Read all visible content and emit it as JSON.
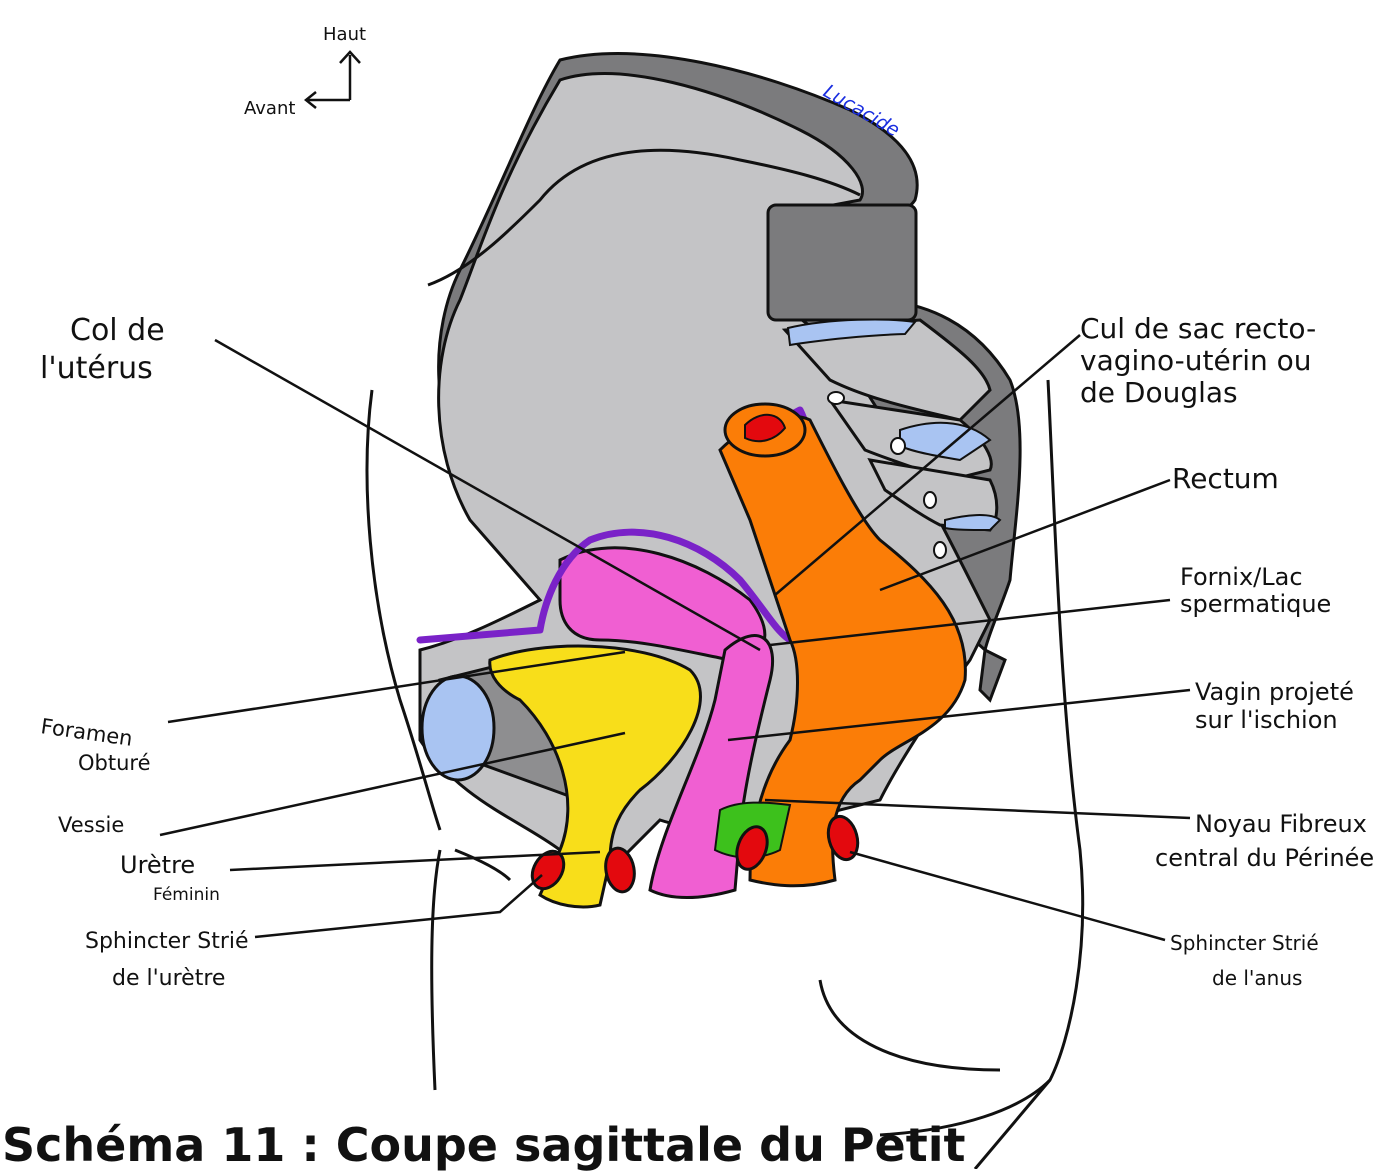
{
  "orientation": {
    "up": "Haut",
    "front": "Avant"
  },
  "signature": "Lucacide",
  "labels": {
    "col_uterus": [
      "Col de",
      "l'utérus"
    ],
    "cul_de_sac": [
      "Cul de sac recto-",
      "vagino-utérin ou",
      "de Douglas"
    ],
    "rectum": "Rectum",
    "fornix": [
      "Fornix/Lac",
      "spermatique"
    ],
    "vagin": [
      "Vagin projeté",
      "sur l'ischion"
    ],
    "noyau": [
      "Noyau Fibreux",
      "central du Périnée"
    ],
    "sphincter_anus": [
      "Sphincter Strié",
      "de l'anus"
    ],
    "foramen": [
      "Foramen",
      "Obturé"
    ],
    "vessie": "Vessie",
    "uretre": "Urètre",
    "uretre_sub": "Féminin",
    "sphincter_uretre": [
      "Sphincter Strié",
      "de l'urètre"
    ]
  },
  "title": "Schéma 11 : Coupe sagittale du Petit",
  "colors": {
    "bone_dark": "#7b7b7d",
    "bone_light": "#c4c4c6",
    "uterus": "#f05fd2",
    "bladder": "#f8de1a",
    "rectum": "#fb7d07",
    "peritoneum": "#7a22c8",
    "obturator": "#a9c4f2",
    "sphincter": "#e3090e",
    "perineal_body": "#3dc11c"
  }
}
